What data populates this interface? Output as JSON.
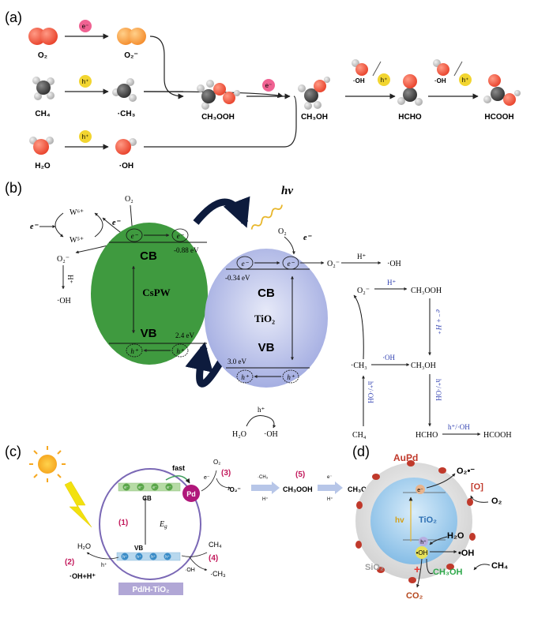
{
  "panel_a": {
    "label": "(a)",
    "species": {
      "o2": "O₂",
      "o2_rad": "O₂⁻",
      "ch4": "CH₄",
      "ch3": "·CH₃",
      "h2o": "H₂O",
      "oh": "·OH",
      "ch3ooh": "CH₃OOH",
      "ch3oh": "CH₃OH",
      "hcho": "HCHO",
      "hcooh": "HCOOH"
    },
    "badges": {
      "e": "e⁻",
      "h": "h⁺"
    },
    "oh_slash_1": "·OH",
    "oh_slash_2": "·OH"
  },
  "panel_b": {
    "label": "(b)",
    "hv": "hv",
    "w6": "W⁶⁺",
    "w5": "W⁵⁺",
    "e_left": "e⁻",
    "e_mid": "e⁻",
    "o2_top": "O₂",
    "o2_right": "O₂",
    "e_right": "e⁻",
    "o2_rad_left": "O₂⁻",
    "h_plus_left": "H⁺",
    "oh_left": "·OH",
    "csp_cb": "CB",
    "csp_vb": "VB",
    "csp_name": "CsPW",
    "csp_cb_ev": "-0.88 eV",
    "csp_vb_ev": "2.4 eV",
    "tio_cb": "CB",
    "tio_vb": "VB",
    "tio_name": "TiO₂",
    "tio_cb_ev": "-0.34 eV",
    "tio_vb_ev": "3.0 eV",
    "o2_rad_out": "O₂⁻",
    "h_plus_out": "H⁺",
    "oh_out": "·OH",
    "h_plus_bottom": "h⁺",
    "h2o_bottom": "H₂O",
    "oh_bottom": "·OH",
    "e_sym": "e⁻",
    "h_sym": "h⁺",
    "pathway": {
      "o2_rad": "O₂⁻",
      "h_plus": "H⁺",
      "ch3ooh": "CH₃OOH",
      "e_h": "e⁻ + H⁺",
      "ch3": "·CH₃",
      "oh": "·OH",
      "ch3oh": "CH₃OH",
      "h_oh_1": "h⁺/·OH",
      "h_oh_2": "h⁺/·OH",
      "ch4": "CH₄",
      "hcho": "HCHO",
      "h_oh_3": "h⁺/·OH",
      "hcooh": "HCOOH"
    }
  },
  "panel_c": {
    "label": "(c)",
    "fast": "fast",
    "cb": "CB",
    "vb": "VB",
    "pd": "Pd",
    "step1": "(1)",
    "step2": "(2)",
    "step3": "(3)",
    "step4": "(4)",
    "step5": "(5)",
    "eg": "E",
    "eg_sub": "g",
    "e_sym": "e⁻",
    "h_sym": "h⁺",
    "o2": "O₂",
    "o2_rad": "·O₂⁻",
    "ch3_h": "·CH₃",
    "h_plus_1": "H⁺",
    "ch3ooh": "CH₃OOH",
    "e_2": "e⁻",
    "h_plus_2": "H⁺",
    "ch3oh": "CH₃OH",
    "h2o": "H₂O",
    "h_plus_small": "h⁺",
    "oh_h": "·OH+H⁺",
    "ch4": "CH₄",
    "oh_small": "·OH",
    "ch3": "·CH₃",
    "catalyst": "Pd/H-TiO₂"
  },
  "panel_d": {
    "label": "(d)",
    "aupd": "AuPd",
    "o2_rad": "O₂•⁻",
    "o_bracket": "[O]",
    "o2": "O₂",
    "hv": "hv",
    "tio2": "TiO₂",
    "h2o": "H₂O",
    "oh_rad": "•OH",
    "oh_inner": "•OH",
    "ch4": "CH₄",
    "ch3oh": "CH₃OH",
    "sio2": "SiO₂",
    "co2": "CO₂",
    "e": "e⁻",
    "h": "h⁺"
  },
  "colors": {
    "oxygen": "#e8412a",
    "radical_o2": "#f48c2c",
    "carbon": "#3a3a3a",
    "hydrogen": "#bdbdbd",
    "e_badge": "#f06292",
    "h_badge": "#f2d530",
    "csp_green": "#3f9a3f",
    "tio_blue": "#aab4e6",
    "pathway_blue": "#2f3fb0",
    "c_magenta": "#c2185b",
    "pd_purple": "#b0177a",
    "catalyst_box": "#b1a7d6",
    "sun": "#f6a821",
    "bolt": "#f2e10f",
    "aupd_red": "#c0392b",
    "ch3oh_green": "#2ea84a",
    "co2_orange": "#b5471d"
  }
}
